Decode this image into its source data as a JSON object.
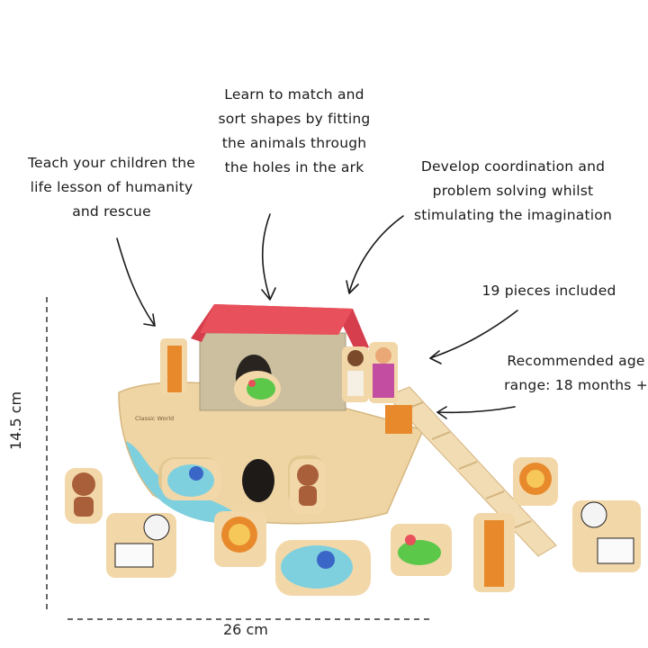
{
  "callouts": {
    "match": "Learn to match and sort shapes by fitting the animals through the holes in the ark",
    "teach": "Teach your children the life lesson of humanity and rescue",
    "coordination": "Develop coordination and problem solving whilst stimulating the imagination",
    "pieces": "19 pieces included",
    "age": "Recommended age range: 18 months +"
  },
  "dimensions": {
    "width": "26 cm",
    "height": "14.5 cm"
  },
  "brand_mark": "Classic World",
  "colors": {
    "roof": "#e8505b",
    "cabin": "#cbbf9f",
    "wood": "#efd5a4",
    "water": "#7fd0de",
    "orange": "#e88a2c"
  },
  "icons": [
    "wooden-ark",
    "giraffe-icon",
    "monkey-icon",
    "elephant-icon",
    "zebra-icon",
    "lion-icon",
    "parrot-icon",
    "ladder-icon"
  ]
}
